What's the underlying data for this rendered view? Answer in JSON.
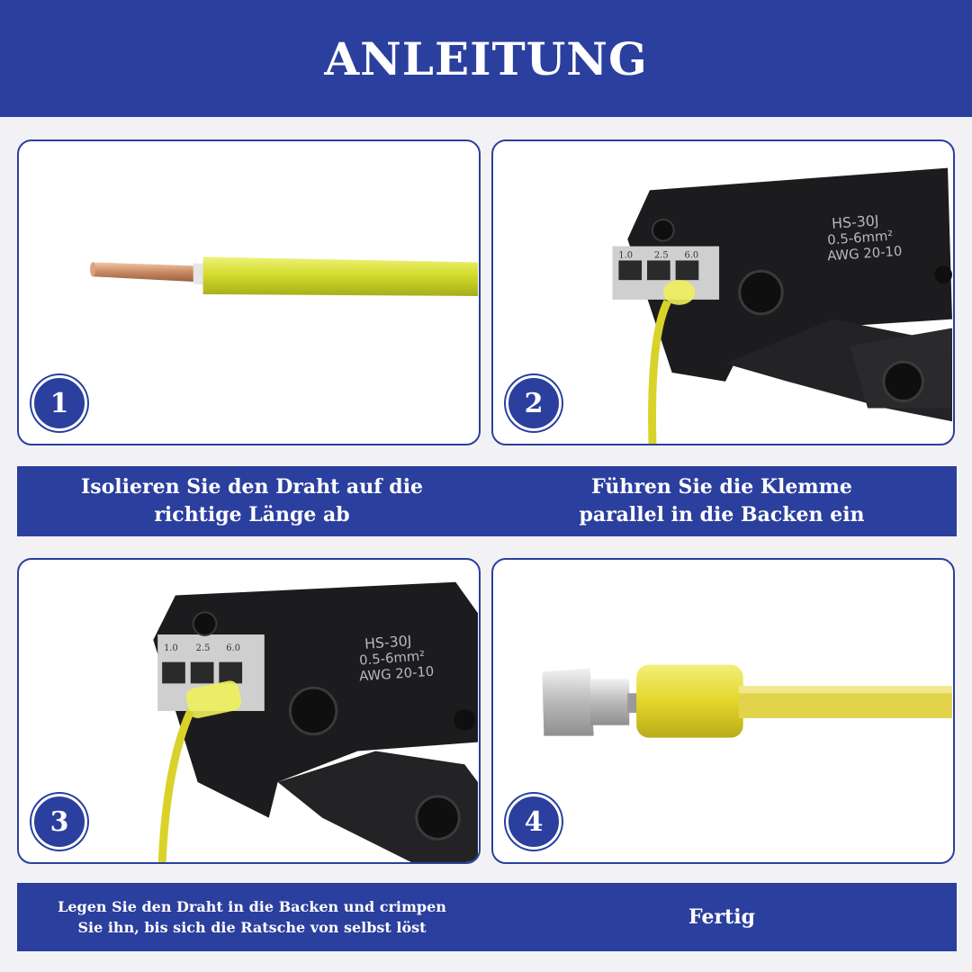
{
  "header": {
    "title": "ANLEITUNG"
  },
  "steps": [
    {
      "number": "1",
      "caption": "Isolieren Sie den Draht auf die\nrichtige Länge ab"
    },
    {
      "number": "2",
      "caption": "Führen Sie die Klemme\nparallel in die Backen ein"
    },
    {
      "number": "3",
      "caption": "Legen Sie den Draht in die Backen und crimpen\nSie ihn, bis sich die Ratsche von selbst löst"
    },
    {
      "number": "4",
      "caption": "Fertig"
    }
  ],
  "tool_marking": {
    "model": "HS-30J",
    "range": "0.5-6mm²",
    "awg": "AWG 20-10",
    "die_sizes": [
      "1.0",
      "2.5",
      "6.0"
    ]
  },
  "colors": {
    "brand_blue": "#2b3f9e",
    "wire_yellow": "#d9e23a",
    "tool_black": "#1c1c1e"
  }
}
